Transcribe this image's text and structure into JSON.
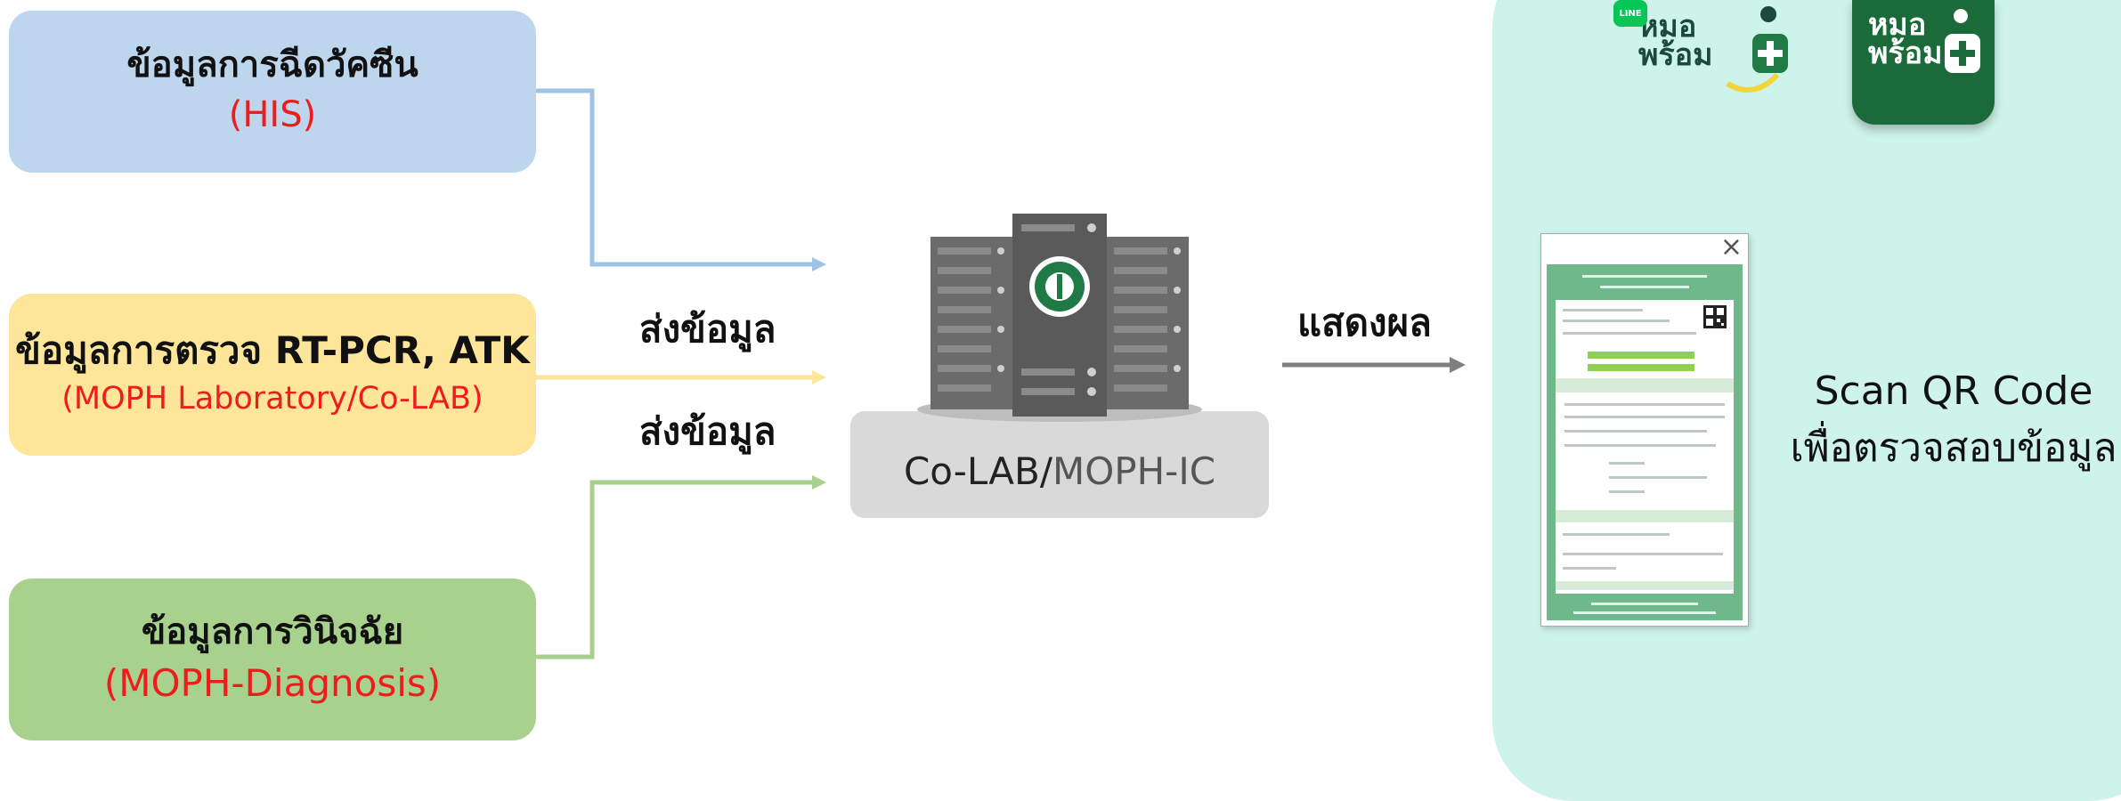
{
  "sources": {
    "vaccination": {
      "title": "ข้อมูลการฉีดวัคซีน",
      "subtitle": "(HIS)"
    },
    "lab": {
      "title": "ข้อมูลการตรวจ RT-PCR, ATK",
      "subtitle": "(MOPH Laboratory/Co-LAB)"
    },
    "diagnosis": {
      "title": "ข้อมูลการวินิจฉัย",
      "subtitle": "(MOPH-Diagnosis)"
    }
  },
  "flow": {
    "send_label_1": "ส่งข้อมูล",
    "send_label_2": "ส่งข้อมูล",
    "show_label": "แสดงผล"
  },
  "server": {
    "name_part1": "Co-LAB/",
    "name_part2": "MOPH-IC"
  },
  "app": {
    "logo_text_line1": "หมอ",
    "logo_text_line2": "พร้อม",
    "line_badge": "LINE"
  },
  "scan": {
    "line1": "Scan QR Code",
    "line2": "เพื่อตรวจสอบข้อมูล"
  },
  "colors": {
    "vaccination": "#bdd6ee",
    "lab": "#fde59a",
    "diagnosis": "#a9d18e",
    "panel": "#cef3ea",
    "subtitle_red": "#ee1c1c"
  }
}
